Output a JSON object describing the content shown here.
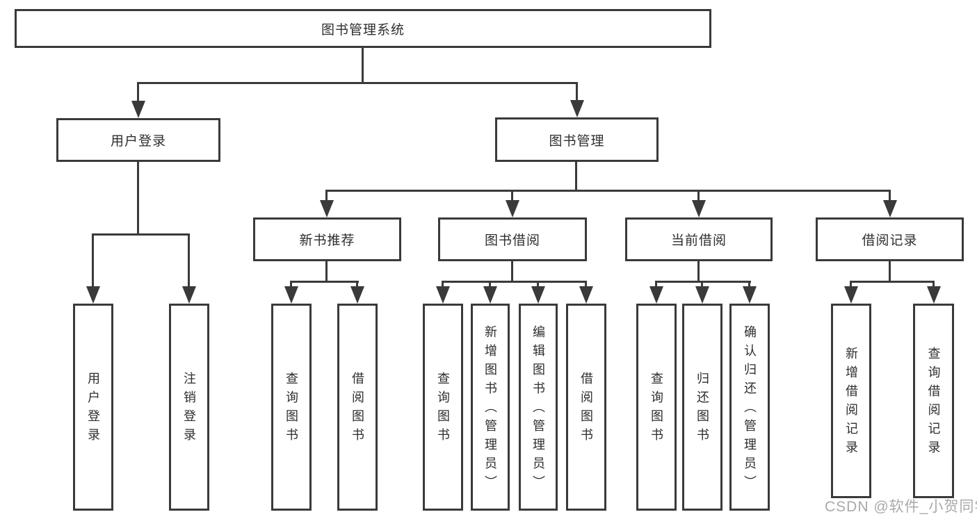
{
  "diagram": {
    "title_node": "图书管理系统",
    "level2": [
      "用户登录",
      "图书管理"
    ],
    "level3": [
      "新书推荐",
      "图书借阅",
      "当前借阅",
      "借阅记录"
    ],
    "leaves_user_login": [
      "用户登录",
      "注销登录"
    ],
    "leaves_new_book": [
      "查询图书",
      "借阅图书"
    ],
    "leaves_book_borrow": [
      "查询图书",
      "新增图书（管理员）",
      "编辑图书（管理员）",
      "借阅图书"
    ],
    "leaves_current_borrow": [
      "查询图书",
      "归还图书",
      "确认归还（管理员）"
    ],
    "leaves_borrow_records": [
      "新增借阅记录",
      "查询借阅记录"
    ]
  },
  "watermark": {
    "text": "CSDN @软件_小贺同学"
  },
  "colors": {
    "line": "#3a3a3a",
    "node_text": "#2e2e2e",
    "watermark": "#a9a9a9",
    "background": "#ffffff"
  }
}
